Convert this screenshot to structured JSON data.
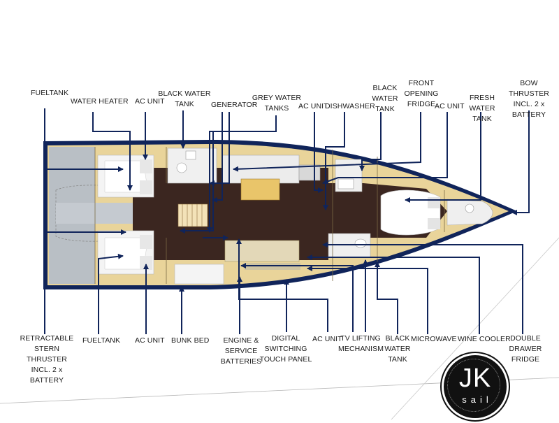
{
  "labels": {
    "fueltank_top": "FUELTANK",
    "water_heater": "WATER HEATER",
    "ac_unit_top1": "AC UNIT",
    "black_water_tank_top": "BLACK WATER\nTANK",
    "generator": "GENERATOR",
    "grey_water_tanks": "GREY WATER\nTANKS",
    "ac_unit_top2": "AC UNIT",
    "dishwasher": "DISHWASHER",
    "black_water_tank_top2": "BLACK\nWATER\nTANK",
    "front_opening_fridge": "FRONT\nOPENING\nFRIDGE",
    "ac_unit_top3": "AC UNIT",
    "fresh_water_tank": "FRESH WATER\nTANK",
    "bow_thruster": "BOW THRUSTER\nINCL. 2 x\nBATTERY",
    "retractable_stern_thruster": "RETRACTABLE\nSTERN\nTHRUSTER\nINCL. 2 x\nBATTERY",
    "fueltank_bottom": "FUELTANK",
    "ac_unit_bottom1": "AC UNIT",
    "bunk_bed": "BUNK BED",
    "engine_batteries": "ENGINE &\nSERVICE\nBATTERIES",
    "digital_switching": "DIGITAL\nSWITCHING\nTOUCH PANEL",
    "ac_unit_bottom2": "AC UNIT",
    "tv_lifting": "TV LIFTING\nMECHANISM",
    "black_water_tank_bottom": "BLACK\nWATER\nTANK",
    "microwave": "MICROWAVE",
    "wine_cooler": "WINE COOLER",
    "double_drawer_fridge": "DOUBLE\nDRAWER\nFRIDGE"
  },
  "logo": {
    "text": "JK",
    "subtext": "sail"
  },
  "colors": {
    "hull_outline": "#10245a",
    "arrow": "#10245a",
    "deck_wood": "#e9d49a",
    "floor_dark": "#3b2620",
    "background": "#ffffff",
    "logo_bg": "#111111"
  }
}
